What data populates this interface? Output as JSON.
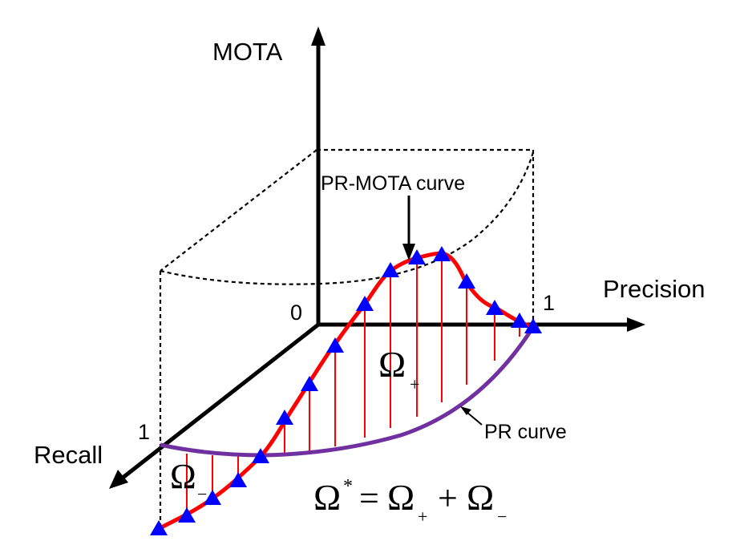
{
  "axes": {
    "mota_label": "MOTA",
    "precision_label": "Precision",
    "recall_label": "Recall",
    "origin_label": "0",
    "precision_one": "1",
    "recall_one": "1"
  },
  "annotations": {
    "pr_mota_curve": "PR-MOTA curve",
    "pr_curve": "PR curve"
  },
  "regions": {
    "omega": "Ω",
    "plus_sub": "+",
    "minus_sub": "−",
    "star_sup": "*",
    "equals": "=",
    "plus_op": "+"
  },
  "colors": {
    "axis": "#000000",
    "pr_mota_curve": "#ff0000",
    "pr_curve": "#7030a0",
    "stems": "#ff0000",
    "markers": "#0000ff",
    "guide_lines": "#000000"
  }
}
